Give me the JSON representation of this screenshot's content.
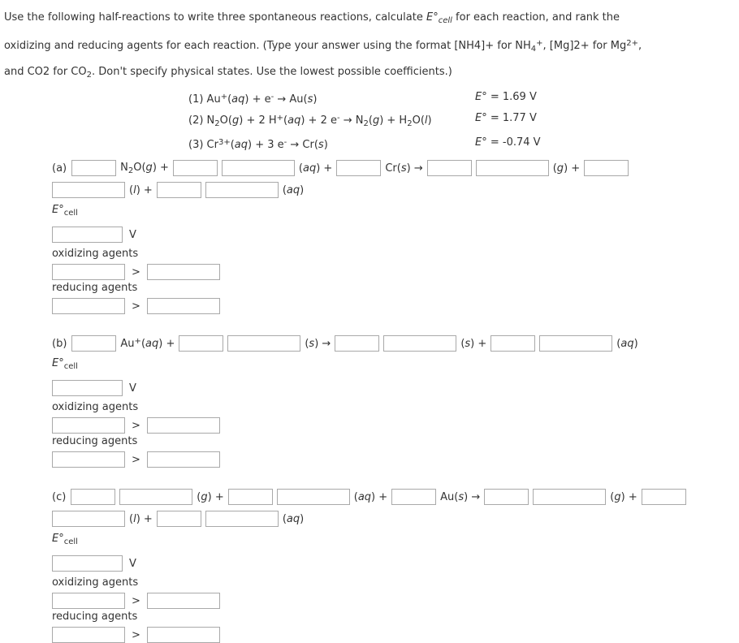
{
  "page": {
    "background": "#ffffff",
    "text_color": "#333333",
    "input_border_color": "#a9a9a9"
  },
  "intro": {
    "lines": [
      [
        {
          "t": "Use the following half-reactions to write three spontaneous reactions, calculate "
        },
        {
          "t": "E",
          "s": "i"
        },
        {
          "t": "°"
        },
        {
          "t": "cell",
          "s": "isub"
        },
        {
          "t": " for each reaction, and rank the"
        }
      ],
      [
        {
          "t": "oxidizing and reducing agents for each reaction. (Type your answer using the format [NH4]+ for NH"
        },
        {
          "t": "4",
          "s": "sub"
        },
        {
          "t": "+",
          "s": "sup"
        },
        {
          "t": ", [Mg]2+ for Mg"
        },
        {
          "t": "2+",
          "s": "sup"
        },
        {
          "t": ","
        }
      ],
      [
        {
          "t": "and CO2 for CO"
        },
        {
          "t": "2",
          "s": "sub"
        },
        {
          "t": ". Don't specify physical states. Use the lowest possible coefficients.)"
        }
      ]
    ]
  },
  "half_reactions": [
    {
      "equation": [
        {
          "t": "(1) Au"
        },
        {
          "t": "+",
          "s": "sup"
        },
        {
          "t": "("
        },
        {
          "t": "aq",
          "s": "i"
        },
        {
          "t": ") + e"
        },
        {
          "t": "-",
          "s": "sup"
        },
        {
          "t": " → Au("
        },
        {
          "t": "s",
          "s": "i"
        },
        {
          "t": ")"
        }
      ],
      "potential": [
        {
          "t": "E",
          "s": "i"
        },
        {
          "t": "° = 1.69 V"
        }
      ]
    },
    {
      "equation": [
        {
          "t": "(2) N"
        },
        {
          "t": "2",
          "s": "sub"
        },
        {
          "t": "O("
        },
        {
          "t": "g",
          "s": "i"
        },
        {
          "t": ") + 2 H"
        },
        {
          "t": "+",
          "s": "sup"
        },
        {
          "t": "("
        },
        {
          "t": "aq",
          "s": "i"
        },
        {
          "t": ") + 2 e"
        },
        {
          "t": "-",
          "s": "sup"
        },
        {
          "t": " → N"
        },
        {
          "t": "2",
          "s": "sub"
        },
        {
          "t": "("
        },
        {
          "t": "g",
          "s": "i"
        },
        {
          "t": ") + H"
        },
        {
          "t": "2",
          "s": "sub"
        },
        {
          "t": "O("
        },
        {
          "t": "l",
          "s": "i"
        },
        {
          "t": ")"
        }
      ],
      "potential": [
        {
          "t": "E",
          "s": "i"
        },
        {
          "t": "° = 1.77 V"
        }
      ]
    },
    {
      "equation": [
        {
          "t": "(3) Cr"
        },
        {
          "t": "3+",
          "s": "sup"
        },
        {
          "t": "("
        },
        {
          "t": "aq",
          "s": "i"
        },
        {
          "t": ") + 3 e"
        },
        {
          "t": "-",
          "s": "sup"
        },
        {
          "t": " → Cr("
        },
        {
          "t": "s",
          "s": "i"
        },
        {
          "t": ")"
        }
      ],
      "potential": [
        {
          "t": "E",
          "s": "i"
        },
        {
          "t": "° = -0.74 V"
        }
      ]
    }
  ],
  "common": {
    "ecell_label": [
      {
        "t": "E",
        "s": "i"
      },
      {
        "t": "°"
      },
      {
        "t": "cell",
        "s": "sub"
      }
    ],
    "volt_unit": "V",
    "oxidizing_label": "oxidizing agents",
    "reducing_label": "reducing agents",
    "comparator": ">",
    "input_value": ""
  },
  "sections": {
    "a": {
      "label": "(a)",
      "frag_n2o_plus": [
        {
          "t": "N"
        },
        {
          "t": "2",
          "s": "sub"
        },
        {
          "t": "O("
        },
        {
          "t": "g",
          "s": "i"
        },
        {
          "t": ") +"
        }
      ],
      "frag_aq_plus": [
        {
          "t": "("
        },
        {
          "t": "aq",
          "s": "i"
        },
        {
          "t": ") +"
        }
      ],
      "frag_cr_arrow": [
        {
          "t": "Cr("
        },
        {
          "t": "s",
          "s": "i"
        },
        {
          "t": ") →"
        }
      ],
      "frag_g_plus": [
        {
          "t": "("
        },
        {
          "t": "g",
          "s": "i"
        },
        {
          "t": ") +"
        }
      ],
      "frag_l_plus": [
        {
          "t": "("
        },
        {
          "t": "l",
          "s": "i"
        },
        {
          "t": ") +"
        }
      ],
      "frag_aq": [
        {
          "t": "("
        },
        {
          "t": "aq",
          "s": "i"
        },
        {
          "t": ")"
        }
      ]
    },
    "b": {
      "label": "(b)",
      "frag_au_plus": [
        {
          "t": "Au"
        },
        {
          "t": "+",
          "s": "sup"
        },
        {
          "t": "("
        },
        {
          "t": "aq",
          "s": "i"
        },
        {
          "t": ") +"
        }
      ],
      "frag_s_arrow": [
        {
          "t": "("
        },
        {
          "t": "s",
          "s": "i"
        },
        {
          "t": ") →"
        }
      ],
      "frag_s_plus": [
        {
          "t": "("
        },
        {
          "t": "s",
          "s": "i"
        },
        {
          "t": ") +"
        }
      ],
      "frag_aq": [
        {
          "t": "("
        },
        {
          "t": "aq",
          "s": "i"
        },
        {
          "t": ")"
        }
      ]
    },
    "c": {
      "label": "(c)",
      "frag_g_plus1": [
        {
          "t": "("
        },
        {
          "t": "g",
          "s": "i"
        },
        {
          "t": ") +"
        }
      ],
      "frag_aq_plus": [
        {
          "t": "("
        },
        {
          "t": "aq",
          "s": "i"
        },
        {
          "t": ") +"
        }
      ],
      "frag_au_s_arrow": [
        {
          "t": "Au("
        },
        {
          "t": "s",
          "s": "i"
        },
        {
          "t": ") →"
        }
      ],
      "frag_g_plus2": [
        {
          "t": "("
        },
        {
          "t": "g",
          "s": "i"
        },
        {
          "t": ") +"
        }
      ],
      "frag_l_plus": [
        {
          "t": "("
        },
        {
          "t": "l",
          "s": "i"
        },
        {
          "t": ") +"
        }
      ],
      "frag_aq": [
        {
          "t": "("
        },
        {
          "t": "aq",
          "s": "i"
        },
        {
          "t": ")"
        }
      ]
    }
  }
}
